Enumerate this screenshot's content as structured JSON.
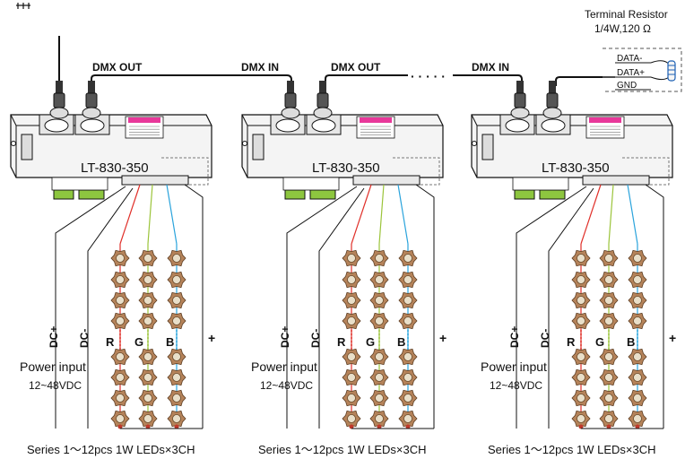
{
  "terminal_resistor": {
    "title": "Terminal Resistor",
    "spec": "1/4W,120 Ω"
  },
  "bus_labels": {
    "dmx_out_1": "DMX OUT",
    "dmx_in_2": "DMX IN",
    "dmx_out_2": "DMX OUT",
    "ellipsis": "· · · · ·",
    "dmx_in_3": "DMX IN"
  },
  "terminal_pins": [
    "DATA-",
    "DATA+",
    "GND"
  ],
  "units": [
    {
      "model": "LT-830-350",
      "dc_plus": "DC+",
      "dc_minus": "DC-",
      "plus": "+",
      "ch_r": "R",
      "ch_g": "G",
      "ch_b": "B",
      "power_title": "Power input",
      "power_range": "12~48VDC",
      "series": "Series 1～12pcs 1W LEDs×3CH"
    },
    {
      "model": "LT-830-350",
      "dc_plus": "DC+",
      "dc_minus": "DC-",
      "plus": "+",
      "ch_r": "R",
      "ch_g": "G",
      "ch_b": "B",
      "power_title": "Power input",
      "power_range": "12~48VDC",
      "series": "Series 1～12pcs 1W LEDs×3CH"
    },
    {
      "model": "LT-830-350",
      "dc_plus": "DC+",
      "dc_minus": "DC-",
      "plus": "+",
      "ch_r": "R",
      "ch_g": "G",
      "ch_b": "B",
      "power_title": "Power input",
      "power_range": "12~48VDC",
      "series": "Series 1～12pcs 1W LEDs×3CH"
    }
  ],
  "colors": {
    "red": "#e0302a",
    "green": "#9bc43a",
    "blue": "#2aa3dc",
    "pink_label": "#e8389a",
    "terminal_green": "#8dc63f",
    "led_body": "#b5835a",
    "led_lens": "#e9dfc9"
  }
}
